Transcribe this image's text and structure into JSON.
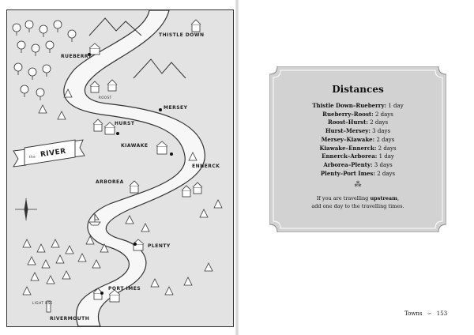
{
  "map": {
    "labels": {
      "thistle_down": "THISTLE DOWN",
      "rueberry": "RUEBERRY",
      "roost": "ROOST",
      "mersey": "MERSEY",
      "hurst": "HURST",
      "kiawake": "KIAWAKE",
      "ennerck": "ENNERCK",
      "arborea": "ARBOREA",
      "plenty": "PLENTY",
      "port_imes": "PORT IMES",
      "rivermouth": "RIVERMOUTH",
      "lighthouse": "LIGHT HSE",
      "river_banner": "RIVER",
      "banner_prefix": "the"
    }
  },
  "distances": {
    "title": "Distances",
    "rows": [
      {
        "route": "Thistle Down–Rueberry:",
        "time": "1 day"
      },
      {
        "route": "Rueberry–Roost:",
        "time": "2 days"
      },
      {
        "route": "Roost–Hurst:",
        "time": "2 days"
      },
      {
        "route": "Hurst–Mersey:",
        "time": "3 days"
      },
      {
        "route": "Mersey–Kiawake:",
        "time": "2 days"
      },
      {
        "route": "Kiawake–Ennerck:",
        "time": "2 days"
      },
      {
        "route": "Ennerck–Arborea:",
        "time": "1 day"
      },
      {
        "route": "Arborea–Plenty:",
        "time": "3 days"
      },
      {
        "route": "Plenty–Port Imes:",
        "time": "2 days"
      }
    ],
    "ornament": "⁂",
    "note_before": "If you are travelling",
    "note_bold": "upstream",
    "note_after": "add one day to the travelling times."
  },
  "footer": {
    "section": "Towns",
    "separator": "∽",
    "page_number": "153"
  }
}
